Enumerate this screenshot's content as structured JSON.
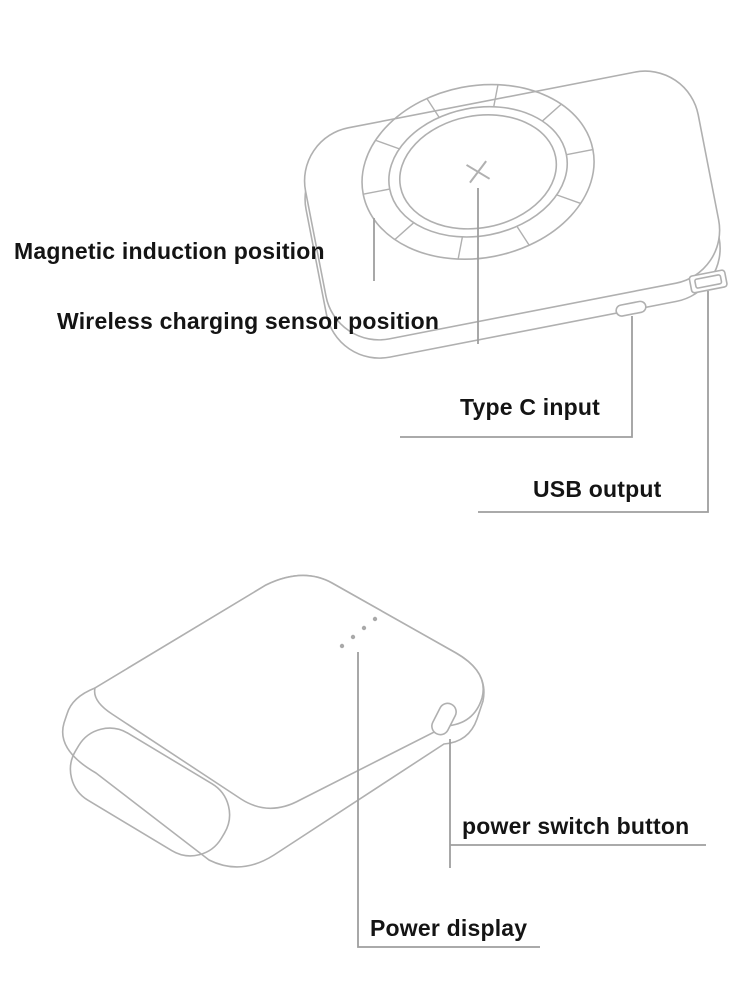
{
  "colors": {
    "background": "#ffffff",
    "device_outline": "#b0b0b0",
    "leader_line": "#9e9e9e",
    "label_text": "#141414",
    "led_dot": "#a9a9a9"
  },
  "callouts": [
    {
      "id": "magnetic-induction-position",
      "label": "Magnetic induction position"
    },
    {
      "id": "wireless-charging-sensor-position",
      "label": "Wireless charging sensor position"
    },
    {
      "id": "type-c-input",
      "label": "Type C input"
    },
    {
      "id": "usb-output",
      "label": "USB output"
    },
    {
      "id": "power-switch-button",
      "label": "power switch button"
    },
    {
      "id": "power-display",
      "label": "Power display"
    }
  ],
  "icons": {
    "magsafe_ring": "segmented wireless charging ring",
    "center_cross": "alignment cross mark",
    "led_indicators": "four power level dots",
    "type_c_port": "type-c oval port",
    "usb_port": "usb-a rectangular port",
    "power_button": "capsule power switch"
  }
}
